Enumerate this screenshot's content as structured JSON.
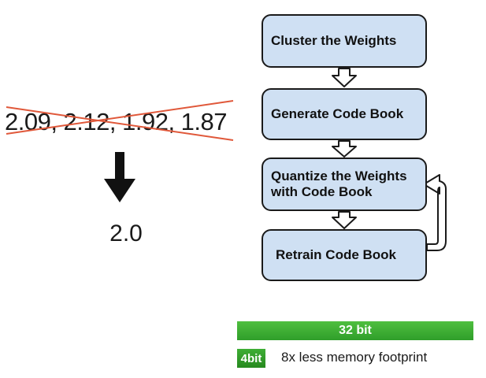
{
  "left_panel": {
    "original_values": "2.09, 2.12, 1.92, 1.87",
    "quantized_value": "2.0"
  },
  "flow_steps": [
    {
      "label": "Cluster the Weights"
    },
    {
      "label": "Generate Code Book"
    },
    {
      "label_line1": "Quantize the Weights",
      "label_line2": "with Code Book"
    },
    {
      "label": "Retrain Code Book"
    }
  ],
  "memory": {
    "full_label": "32 bit",
    "quant_label": "4bit",
    "caption": "8x less memory footprint"
  },
  "colors": {
    "box_fill": "#cfe0f3",
    "cross_line": "#e0583a",
    "bar_green": "#3aab30"
  }
}
